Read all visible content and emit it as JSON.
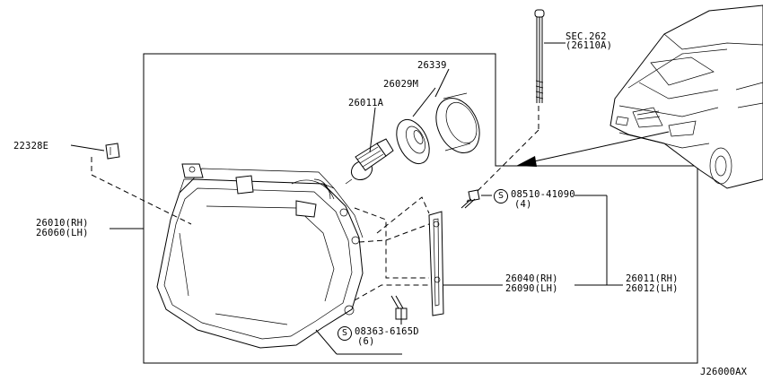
{
  "labels": {
    "sec_ref": "SEC.262",
    "sec_ref_sub": "(26110A)",
    "part_26339": "26339",
    "part_26029m": "26029M",
    "part_26011a": "26011A",
    "part_22328e": "22328E",
    "part_26010_rh": "26010(RH)",
    "part_26060_lh": "26060(LH)",
    "screw_s": "S",
    "screw_08510": "08510-41090",
    "screw_08510_qty": "(4)",
    "part_26040_rh": "26040(RH)",
    "part_26090_lh": "26090(LH)",
    "part_26011_rh": "26011(RH)",
    "part_26012_lh": "26012(LH)",
    "screw_08363": "08363-6165D",
    "screw_08363_qty": "(6)",
    "diagram_code": "J26000AX"
  }
}
